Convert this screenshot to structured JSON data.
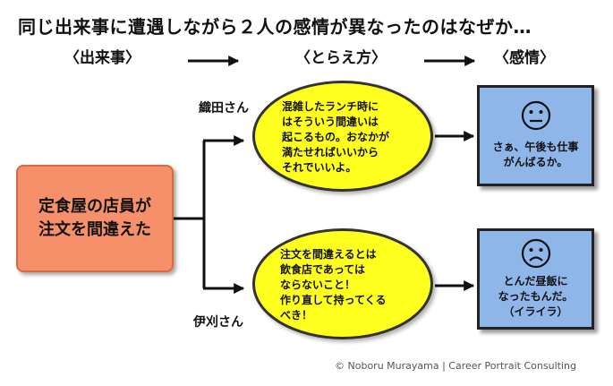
{
  "title": "同じ出来事に遭遇しながら２人の感情が異なったのはなぜか…",
  "headers": {
    "event": "〈出来事〉",
    "perception": "〈とらえ方〉",
    "emotion": "〈感情〉"
  },
  "event": {
    "line1": "定食屋の店員が",
    "line2": "注文を間違えた"
  },
  "people": {
    "top": {
      "name": "織田さん",
      "perception": "混雑したランチ時に\nはそういう間違いは\n起こるもの。おなかが\n満たせればいいから\nそれでいいよ。",
      "face": "neutral-face-icon",
      "emotion": "さぁ、午後も仕事\nがんばるか。"
    },
    "bottom": {
      "name": "伊刈さん",
      "perception": "注文を間違えるとは\n飲食店であっては\nならないこと！\n作り直して持ってくる\nべき！",
      "face": "frowning-face-icon",
      "emotion": "とんだ昼飯に\nなったもんだ。\n（イライラ）"
    }
  },
  "credit": "© Noboru Murayama | Career Portrait Consulting"
}
